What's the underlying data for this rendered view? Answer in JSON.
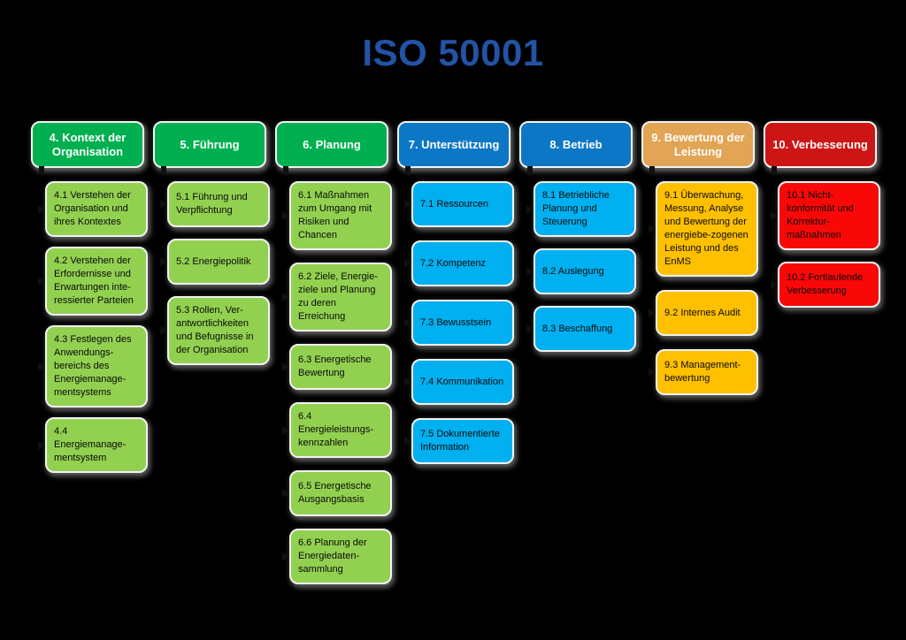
{
  "title": "ISO 50001",
  "colors": {
    "background": "#000000",
    "title": "#2253A6",
    "header_text": "#FFFFFF",
    "item_text": "#0A0A0A",
    "box_border": "#F2F2F2"
  },
  "columns": [
    {
      "label": "4. Kontext der Organisation",
      "header_color": "#00B050",
      "item_color": "#92D050",
      "items": [
        "4.1 Verstehen der Organisation und ihres Kontextes",
        "4.2 Verstehen der Erfordernisse und Erwartungen inte-ressierter Parteien",
        "4.3 Festlegen des Anwendungs-bereichs des Energiemanage-mentsystems",
        "4.4 Energiemanage-mentsystem"
      ]
    },
    {
      "label": "5. Führung",
      "header_color": "#00B050",
      "item_color": "#92D050",
      "items": [
        "5.1 Führung und Verpflichtung",
        "5.2 Energiepolitik",
        "5.3 Rollen, Ver-antwortlichkeiten und Befugnisse in der Organisation"
      ]
    },
    {
      "label": "6. Planung",
      "header_color": "#00B050",
      "item_color": "#92D050",
      "items": [
        "6.1 Maßnahmen zum Umgang mit Risiken und Chancen",
        "6.2 Ziele, Energie-ziele und Planung zu deren Erreichung",
        "6.3 Energetische Bewertung",
        "6.4 Energieleistungs-kennzahlen",
        "6.5 Energetische Ausgangsbasis",
        "6.6 Planung der Energiedaten-sammlung"
      ]
    },
    {
      "label": "7. Unterstützung",
      "header_color": "#0C77C5",
      "item_color": "#00B0F0",
      "items": [
        "7.1 Ressourcen",
        "7.2 Kompetenz",
        "7.3 Bewusstsein",
        "7.4 Kommunikation",
        "7.5 Dokumentierte Information"
      ]
    },
    {
      "label": "8. Betrieb",
      "header_color": "#0C77C5",
      "item_color": "#00B0F0",
      "items": [
        "8.1 Betriebliche Planung und Steuerung",
        "8.2 Auslegung",
        "8.3 Beschaffung"
      ]
    },
    {
      "label": "9. Bewertung der Leistung",
      "header_color": "#E2A455",
      "item_color": "#FFC000",
      "items": [
        "9.1 Überwachung, Messung, Analyse und Bewertung der energiebe-zogenen Leistung und des EnMS",
        "9.2 Internes Audit",
        "9.3 Management-bewertung"
      ]
    },
    {
      "label": "10. Verbesserung",
      "header_color": "#CE1515",
      "item_color": "#F90808",
      "items": [
        "10.1 Nicht-konformität und Korrektur-maßnahmen",
        "10.2 Fortlaufende Verbesserung"
      ]
    }
  ]
}
